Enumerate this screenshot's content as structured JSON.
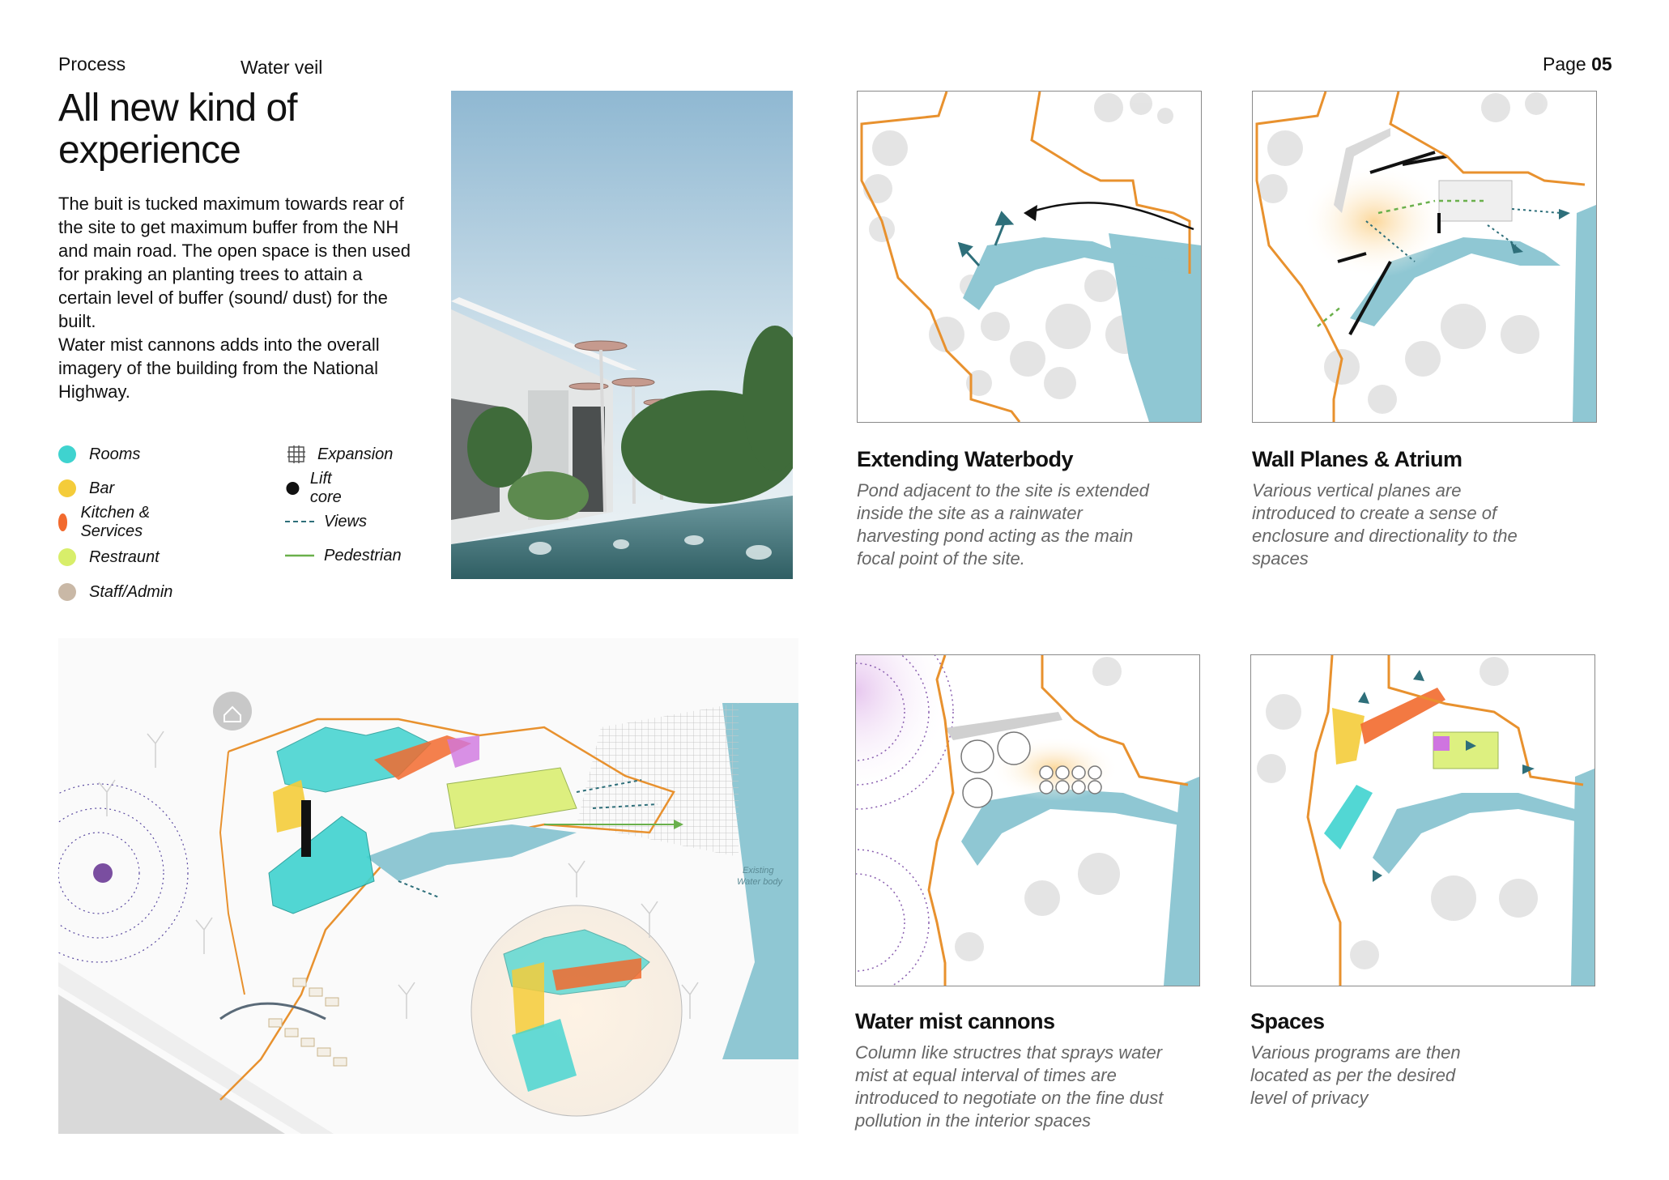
{
  "header": {
    "section": "Process",
    "project": "Water veil",
    "page_label": "Page",
    "page_number": "05"
  },
  "intro": {
    "title_line1": "All new kind of",
    "title_line2": "experience",
    "para_lines": [
      "The buit is tucked maximum towards rear of",
      "the site to get maximum buffer from the NH",
      "and main road. The open space is then used",
      "for praking an planting trees  to attain a",
      "certain level of buffer (sound/ dust) for the",
      "built.",
      "Water mist cannons adds into the overall",
      "imagery of the building from the National",
      "Highway."
    ]
  },
  "legend": {
    "left": [
      {
        "label": "Rooms",
        "color": "#3fd3cf"
      },
      {
        "label": "Bar",
        "color": "#f4cc3a"
      },
      {
        "label": "Kitchen & Services",
        "color": "#f26a2e"
      },
      {
        "label": "Restraunt",
        "color": "#d8ee6a"
      },
      {
        "label": "Staff/Admin",
        "color": "#c9b8a6"
      }
    ],
    "right": [
      {
        "label": "Expansion",
        "icon": "grid-icon"
      },
      {
        "label": "Lift core",
        "icon": "black-dot-icon"
      },
      {
        "label": "Views",
        "icon": "dashed-line-icon"
      },
      {
        "label": "Pedestrian",
        "icon": "green-line-icon"
      }
    ]
  },
  "panels": [
    {
      "title": "Extending Waterbody",
      "body": [
        "Pond adjacent to the site is extended",
        "inside the site as a rainwater",
        "harvesting pond acting  as the main",
        "focal point of the site."
      ]
    },
    {
      "title": "Wall Planes & Atrium",
      "body": [
        "Various vertical planes are",
        "introduced to create a sense of",
        "enclosure and directionality to the",
        "spaces"
      ]
    },
    {
      "title": "Water mist cannons",
      "body": [
        "Column like structres that sprays water",
        "mist at equal interval of times are",
        "introduced to negotiate on the fine dust",
        "pollution in the interior spaces"
      ]
    },
    {
      "title": "Spaces",
      "body": [
        "Various programs are then",
        "located as per the desired",
        "level of privacy"
      ]
    }
  ],
  "site_plan": {
    "water_label_line1": "Existing",
    "water_label_line2": "Water body"
  },
  "colors": {
    "site_boundary": "#e8912e",
    "water": "#8fc7d3",
    "rooms": "#3fd3cf",
    "bar": "#f4cc3a",
    "kitchen": "#f26a2e",
    "restraunt": "#d8ee6a",
    "staff": "#c9b8a6",
    "view_arrow": "#2e6f7a",
    "pedestrian": "#6ab04c"
  }
}
